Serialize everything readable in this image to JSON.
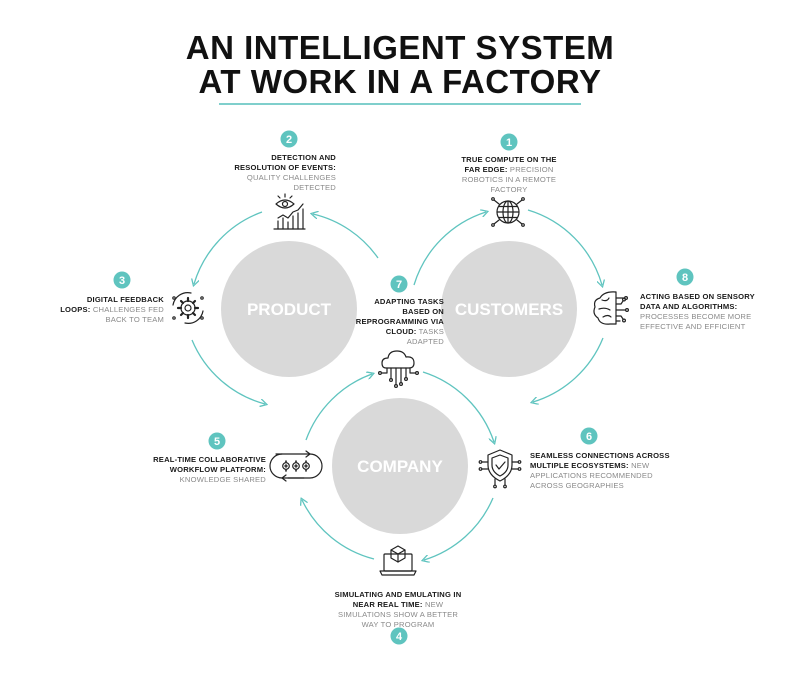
{
  "title": {
    "line1": "AN INTELLIGENT SYSTEM",
    "line2": "AT WORK IN A FACTORY"
  },
  "circles": {
    "product": "PRODUCT",
    "customers": "CUSTOMERS",
    "company": "COMPANY"
  },
  "steps": [
    {
      "num": "1",
      "bold": "TRUE COMPUTE ON THE FAR EDGE:",
      "desc": " PRECISION ROBOTICS IN A REMOTE FACTORY",
      "icon": "globe-network-icon"
    },
    {
      "num": "2",
      "bold": "DETECTION AND RESOLUTION OF EVENTS:",
      "desc": " QUALITY CHALLENGES DETECTED",
      "icon": "eye-chart-icon"
    },
    {
      "num": "3",
      "bold": "DIGITAL FEEDBACK LOOPS:",
      "desc": " CHALLENGES FED BACK TO TEAM",
      "icon": "gear-loop-icon"
    },
    {
      "num": "4",
      "bold": "SIMULATING AND EMULATING IN NEAR REAL TIME:",
      "desc": " NEW SIMULATIONS SHOW A BETTER WAY TO PROGRAM",
      "icon": "laptop-cube-icon"
    },
    {
      "num": "5",
      "bold": "REAL-TIME COLLABORATIVE WORKFLOW PLATFORM:",
      "desc": " KNOWLEDGE SHARED",
      "icon": "workflow-gears-icon"
    },
    {
      "num": "6",
      "bold": "SEAMLESS CONNECTIONS ACROSS MULTIPLE ECOSYSTEMS:",
      "desc": " NEW APPLICATIONS RECOMMENDED ACROSS GEOGRAPHIES",
      "icon": "shield-check-icon"
    },
    {
      "num": "7",
      "bold": "ADAPTING TASKS BASED ON REPROGRAMMING VIA CLOUD:",
      "desc": " TASKS ADAPTED",
      "icon": "cloud-circuit-icon"
    },
    {
      "num": "8",
      "bold": "ACTING BASED ON SENSORY DATA AND ALGORITHMS:",
      "desc": " PROCESSES BECOME MORE EFFECTIVE AND EFFICIENT",
      "icon": "brain-circuit-icon"
    }
  ],
  "colors": {
    "accent": "#5fc4bf",
    "circle": "#d9d9d9",
    "text": "#1a1a1a",
    "muted": "#8a8a8a"
  }
}
